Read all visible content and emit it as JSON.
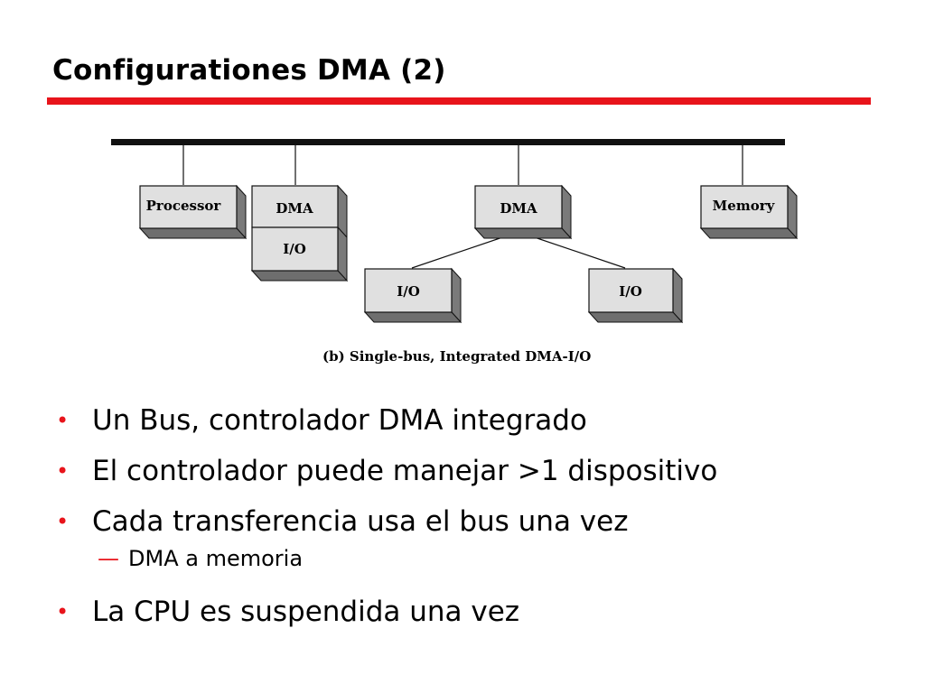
{
  "slide": {
    "title": "Configurationes DMA (2)"
  },
  "diagram": {
    "boxes": {
      "processor": "Processor",
      "dma_left": "DMA",
      "io_left": "I/O",
      "dma_center": "DMA",
      "io_center_left": "I/O",
      "io_center_right": "I/O",
      "memory": "Memory"
    },
    "caption": "(b) Single-bus, Integrated DMA-I/O"
  },
  "bullets": {
    "b1": "Un Bus, controlador DMA integrado",
    "b2": "El controlador puede manejar >1 dispositivo",
    "b3": "Cada transferencia usa el bus una vez",
    "sub1": "DMA a memoria",
    "b4": "La CPU es suspendida una vez",
    "bullet_symbol": "•",
    "dash_symbol": "—"
  },
  "colors": {
    "accent": "#e8141b",
    "box_front": "#e0e0e0",
    "box_side": "#7a7a7a"
  }
}
